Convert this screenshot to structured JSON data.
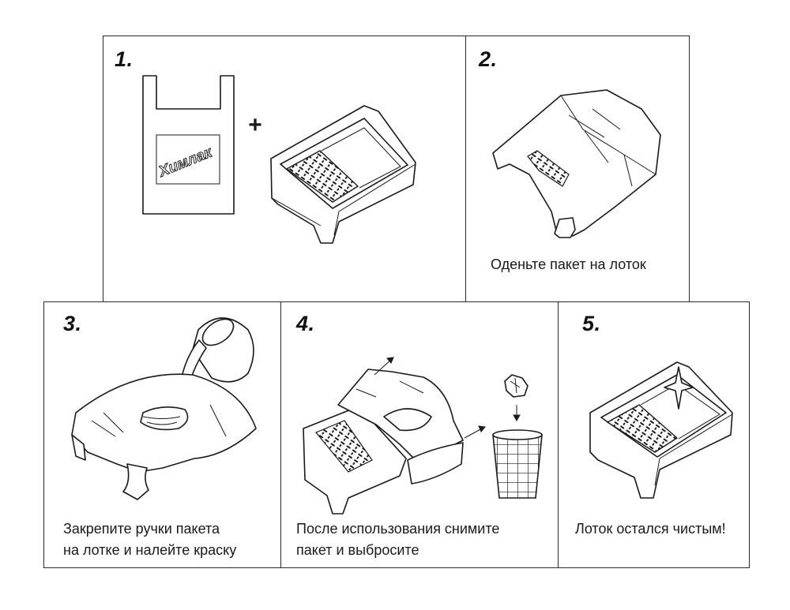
{
  "steps": [
    {
      "number": "1.",
      "caption_lines": []
    },
    {
      "number": "2.",
      "caption_lines": [
        "Оденьте пакет на лоток"
      ]
    },
    {
      "number": "3.",
      "caption_lines": [
        "Закрепите ручки пакета",
        "на лотке и налейте краску"
      ]
    },
    {
      "number": "4.",
      "caption_lines": [
        "После использования снимите",
        "пакет и выбросите"
      ]
    },
    {
      "number": "5.",
      "caption_lines": [
        "Лоток остался чистым!"
      ]
    }
  ],
  "bag_brand": "Химлак",
  "plus_sign": "+",
  "icons": [
    "plastic-bag-icon",
    "paint-tray-icon",
    "covered-tray-icon",
    "paint-can-icon",
    "crumpled-bag-icon",
    "trash-bin-icon",
    "sparkle-icon",
    "arrow-icon"
  ],
  "colors": {
    "line": "#1a1a1a",
    "background": "#ffffff"
  }
}
